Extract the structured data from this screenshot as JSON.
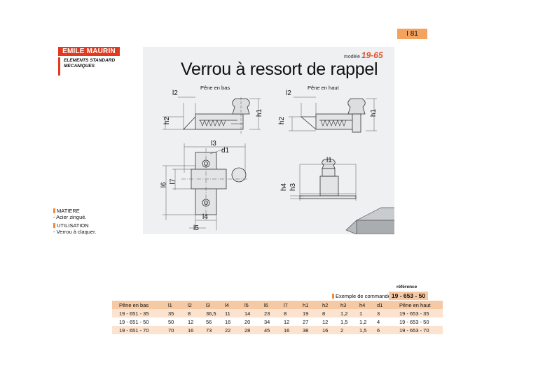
{
  "page_tab": "I 81",
  "brand": {
    "name": "EMILE MAURIN",
    "sub_line1": "ELEMENTS STANDARD",
    "sub_line2": "MECANIQUES"
  },
  "model": {
    "prefix": "modèle",
    "code": "19-65"
  },
  "title": "Verrou à ressort de rappel",
  "captions": {
    "left": "Pêne en bas",
    "right": "Pêne en haut"
  },
  "dims": {
    "l1": "l1",
    "l2": "l2",
    "l3": "l3",
    "l4": "l4",
    "l5": "l5",
    "l6": "l6",
    "l7": "l7",
    "h1": "h1",
    "h2": "h2",
    "h3": "h3",
    "h4": "h4",
    "d1": "d1"
  },
  "side_notes": {
    "matiere_title": "MATIERE",
    "matiere_text": "- Acier zingué.",
    "utilisation_title": "UTILISATION",
    "utilisation_text": "- Verrou à claquer."
  },
  "order": {
    "example_label": "Exemple de commande",
    "reference_label": "référence",
    "reference_value": "19 - 653 - 50"
  },
  "table": {
    "headers": [
      "Pêne en bas",
      "l1",
      "l2",
      "l3",
      "l4",
      "l5",
      "l6",
      "l7",
      "h1",
      "h2",
      "h3",
      "h4",
      "d1",
      "Pêne en haut"
    ],
    "rows": [
      [
        "19 - 651 - 35",
        "35",
        "8",
        "36,5",
        "11",
        "14",
        "23",
        "8",
        "19",
        "8",
        "1,2",
        "1",
        "3",
        "19 - 653 - 35"
      ],
      [
        "19 - 651 - 50",
        "50",
        "12",
        "56",
        "16",
        "20",
        "34",
        "12",
        "27",
        "12",
        "1,5",
        "1,2",
        "4",
        "19 - 653 - 50"
      ],
      [
        "19 - 651 - 70",
        "70",
        "16",
        "73",
        "22",
        "28",
        "45",
        "16",
        "38",
        "16",
        "2",
        "1,5",
        "6",
        "19 - 653 - 70"
      ]
    ]
  }
}
